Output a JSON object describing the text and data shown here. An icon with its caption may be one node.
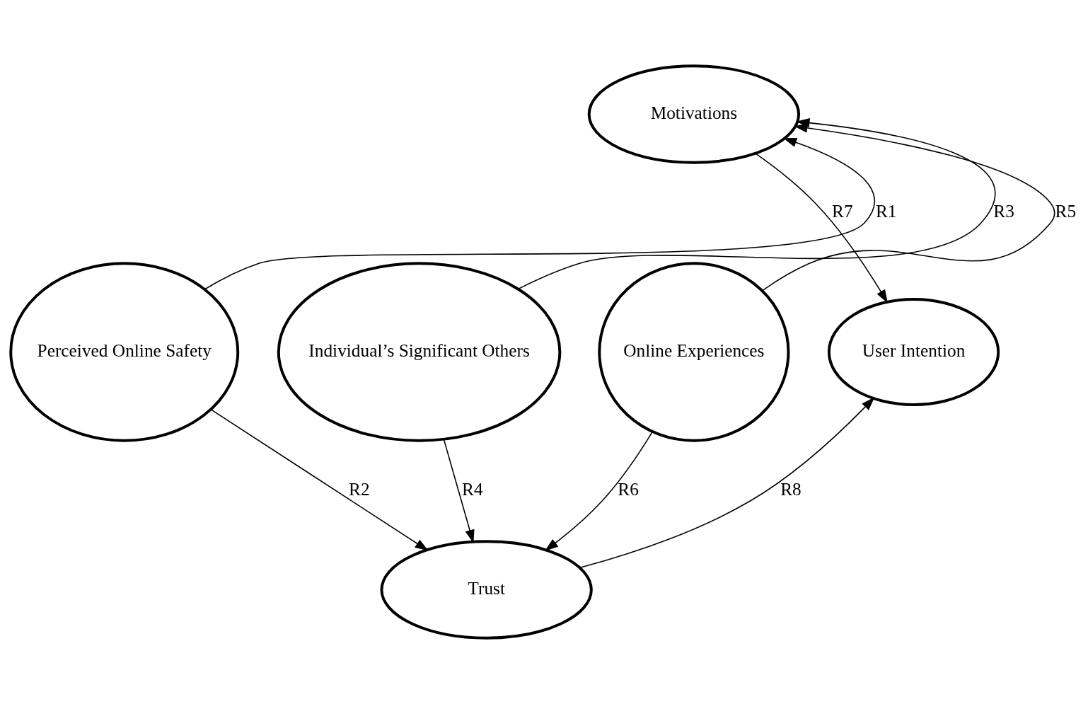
{
  "diagram": {
    "nodes": [
      {
        "text": [
          "Motivations"
        ]
      },
      {
        "text": [
          "Perceived Online Safety"
        ]
      },
      {
        "text": [
          "Individual’s Significant Others"
        ]
      },
      {
        "text": [
          "Online Experiences"
        ]
      },
      {
        "text": [
          "User Intention"
        ]
      },
      {
        "text": [
          "Trust"
        ]
      }
    ],
    "edges": [
      {
        "from": 1,
        "to": 0,
        "arrow": "to",
        "label": "R1"
      },
      {
        "from": 1,
        "to": 5,
        "arrow": "to",
        "label": "R2"
      },
      {
        "from": 2,
        "to": 0,
        "arrow": "to",
        "label": "R3"
      },
      {
        "from": 2,
        "to": 5,
        "arrow": "to",
        "label": "R4"
      },
      {
        "from": 3,
        "to": 0,
        "arrow": "to",
        "label": "R5"
      },
      {
        "from": 3,
        "to": 5,
        "arrow": "to",
        "label": "R6"
      },
      {
        "from": 0,
        "to": 4,
        "arrow": "to",
        "label": "R7"
      },
      {
        "from": 5,
        "to": 4,
        "arrow": "to",
        "label": "R8"
      }
    ]
  }
}
